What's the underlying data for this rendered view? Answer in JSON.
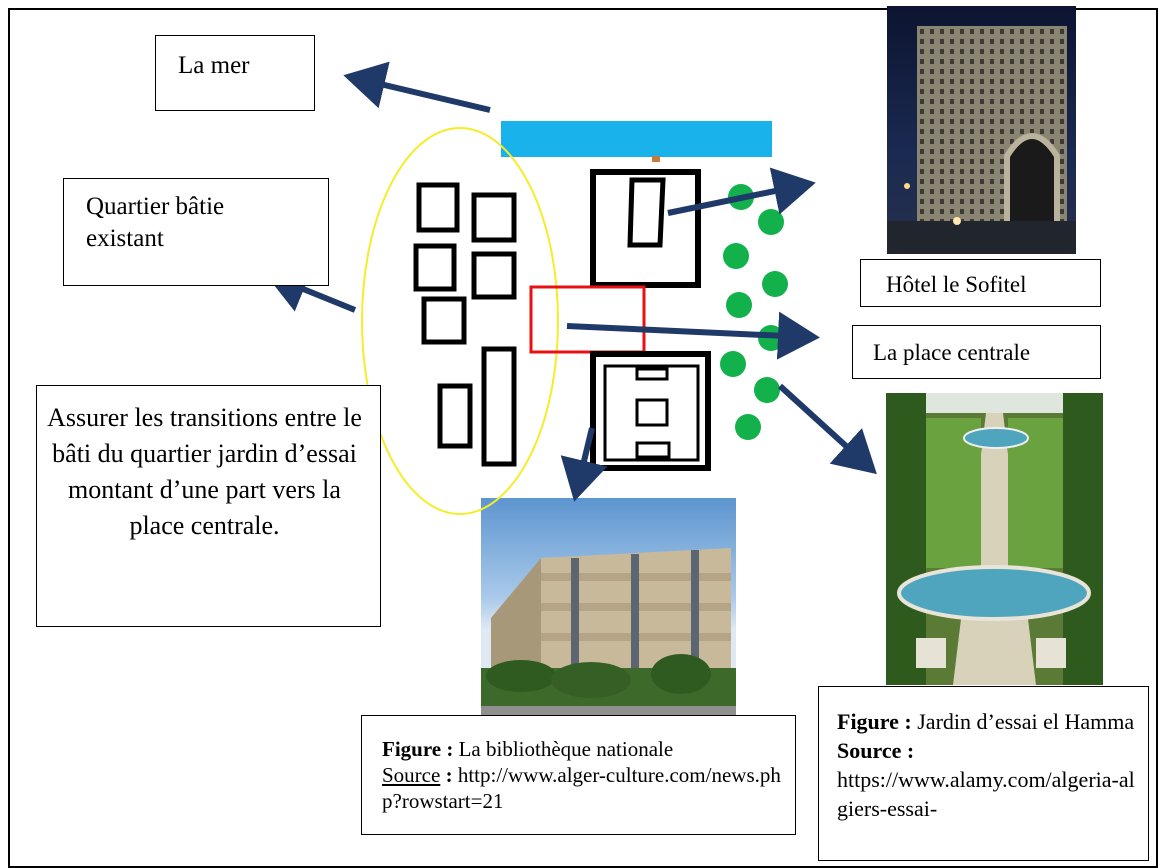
{
  "labels": {
    "la_mer": "La mer",
    "quartier": "Quartier bâtie existant",
    "hotel": "Hôtel le Sofitel",
    "place": "La place centrale",
    "assurer": "Assurer les transitions entre le bâti du quartier jardin d’essai montant d’une part vers la place centrale."
  },
  "caption_biblio": {
    "figure_label": "Figure :",
    "figure_text": "La bibliothèque nationale",
    "source_label": "Source",
    "source_colon": ":",
    "source_text": "http://www.alger-culture.com/news.php?rowstart=21"
  },
  "caption_jardin": {
    "figure_label": "Figure :",
    "figure_text": "Jardin d’essai el Hamma",
    "source_label": "Source :",
    "source_text": "https://www.alamy.com/algeria-algiers-essai-"
  },
  "colors": {
    "sea": "#19b2ea",
    "arrow": "#1f3a68",
    "ellipse": "#f5ec2a",
    "focus_rect": "#e81010",
    "trees": "#13b14b"
  }
}
